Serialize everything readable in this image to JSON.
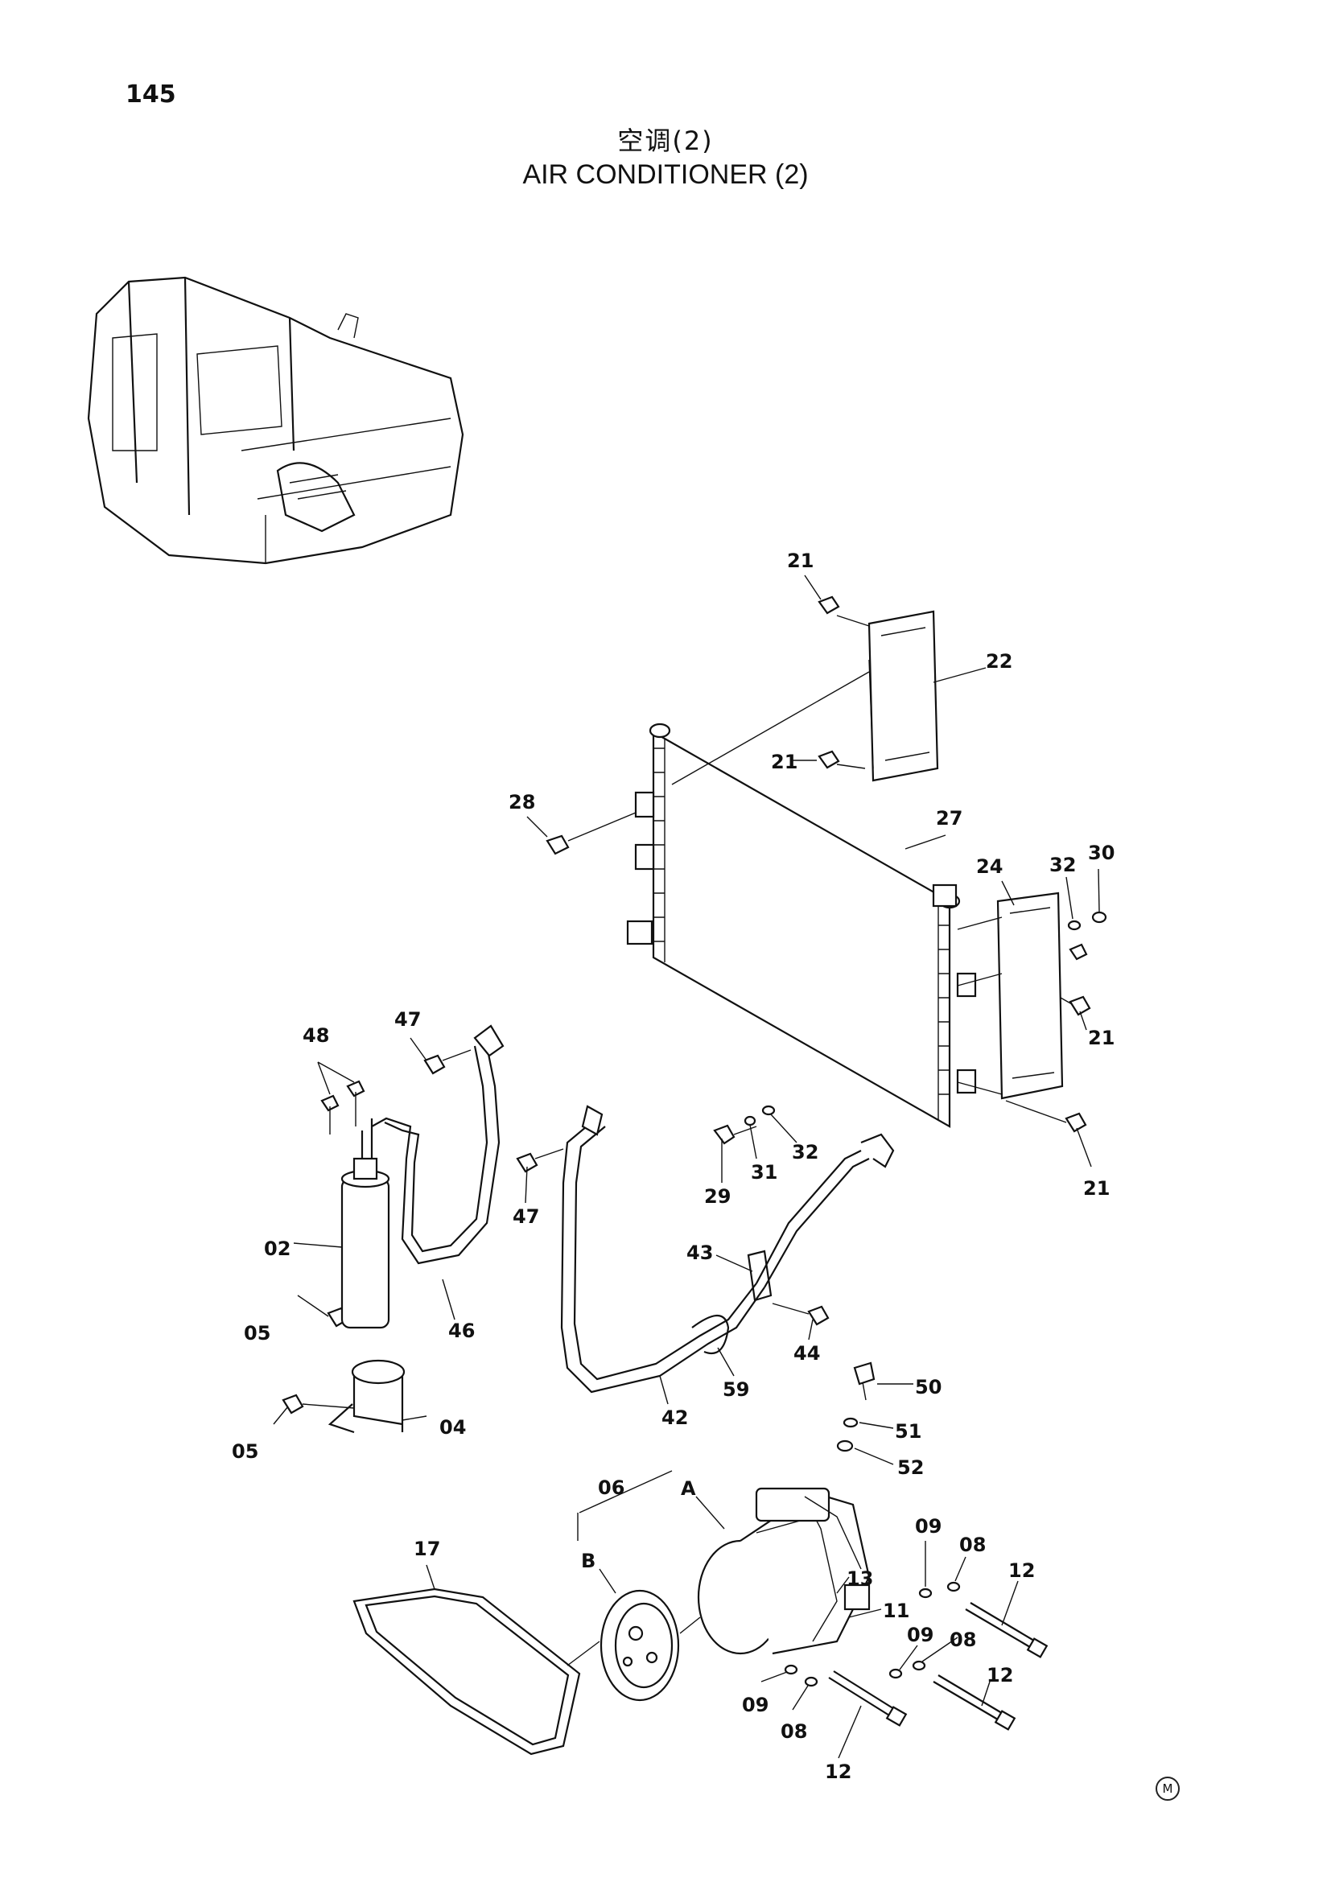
{
  "page_number": "145",
  "title_cn": "空调(2)",
  "title_en": "AIR CONDITIONER (2)",
  "corner_mark": "M",
  "callouts": [
    {
      "id": "c21a",
      "text": "21"
    },
    {
      "id": "c22",
      "text": "22"
    },
    {
      "id": "c21b",
      "text": "21"
    },
    {
      "id": "c28",
      "text": "28"
    },
    {
      "id": "c27",
      "text": "27"
    },
    {
      "id": "c24",
      "text": "24"
    },
    {
      "id": "c32a",
      "text": "32"
    },
    {
      "id": "c30",
      "text": "30"
    },
    {
      "id": "c21c",
      "text": "21"
    },
    {
      "id": "c21d",
      "text": "21"
    },
    {
      "id": "c47a",
      "text": "47"
    },
    {
      "id": "c48",
      "text": "48"
    },
    {
      "id": "c32b",
      "text": "32"
    },
    {
      "id": "c31",
      "text": "31"
    },
    {
      "id": "c29",
      "text": "29"
    },
    {
      "id": "c47b",
      "text": "47"
    },
    {
      "id": "c02",
      "text": "02"
    },
    {
      "id": "c43",
      "text": "43"
    },
    {
      "id": "c46",
      "text": "46"
    },
    {
      "id": "c05a",
      "text": "05"
    },
    {
      "id": "c44",
      "text": "44"
    },
    {
      "id": "c59",
      "text": "59"
    },
    {
      "id": "c42",
      "text": "42"
    },
    {
      "id": "c50",
      "text": "50"
    },
    {
      "id": "c51",
      "text": "51"
    },
    {
      "id": "c04",
      "text": "04"
    },
    {
      "id": "c05b",
      "text": "05"
    },
    {
      "id": "c52",
      "text": "52"
    },
    {
      "id": "c06",
      "text": "06"
    },
    {
      "id": "cA",
      "text": "A"
    },
    {
      "id": "c09a",
      "text": "09"
    },
    {
      "id": "c17",
      "text": "17"
    },
    {
      "id": "cB",
      "text": "B"
    },
    {
      "id": "c08a",
      "text": "08"
    },
    {
      "id": "c12a",
      "text": "12"
    },
    {
      "id": "c13",
      "text": "13"
    },
    {
      "id": "c11",
      "text": "11"
    },
    {
      "id": "c09b",
      "text": "09"
    },
    {
      "id": "c08b",
      "text": "08"
    },
    {
      "id": "c12b",
      "text": "12"
    },
    {
      "id": "c09c",
      "text": "09"
    },
    {
      "id": "c08c",
      "text": "08"
    },
    {
      "id": "c12c",
      "text": "12"
    }
  ]
}
